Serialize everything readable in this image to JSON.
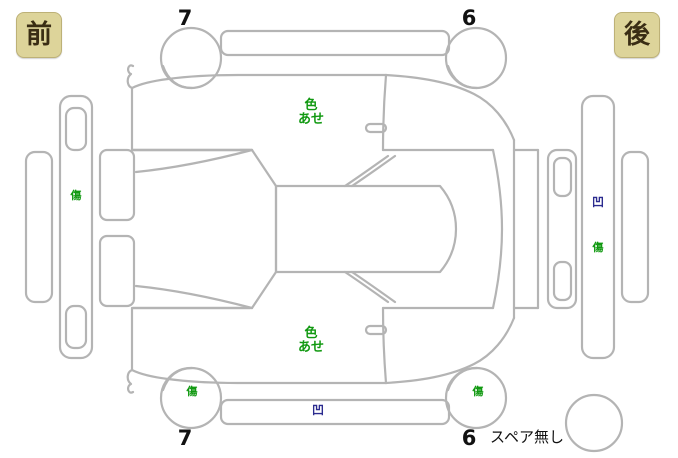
{
  "diagram": {
    "title": "vehicle-condition-diagram",
    "orientation": {
      "front_label": "前",
      "rear_label": "後"
    },
    "colors": {
      "outline": "#b4b4b4",
      "scratch_mark": "#119911",
      "dent_mark": "#2b2b8f",
      "badge_background": "#ddd49a",
      "badge_border": "#bdb177",
      "badge_text": "#3a2d14",
      "number_text": "#111111",
      "page_background": "#ffffff"
    },
    "tread_depths": {
      "front_left": "7",
      "front_right": "6",
      "rear_left": "7",
      "rear_right": "6"
    },
    "marks": [
      {
        "id": "fade-front-left-door",
        "text": "色あせ",
        "line1": "色",
        "line2": "あせ",
        "type": "fade",
        "color": "#119911"
      },
      {
        "id": "fade-rear-left-door",
        "text": "色あせ",
        "line1": "色",
        "line2": "あせ",
        "type": "fade",
        "color": "#119911"
      },
      {
        "id": "scratch-front-bumper",
        "text": "傷",
        "type": "scratch",
        "color": "#119911"
      },
      {
        "id": "scratch-rear-bumper",
        "text": "傷",
        "type": "scratch",
        "color": "#119911"
      },
      {
        "id": "dent-rear-bumper",
        "text": "凹",
        "type": "dent",
        "color": "#2b2b8f"
      },
      {
        "id": "dent-rocker-panel",
        "text": "凹",
        "type": "dent",
        "color": "#2b2b8f"
      },
      {
        "id": "scratch-rear-left-wheel",
        "text": "傷",
        "type": "scratch",
        "color": "#119911"
      },
      {
        "id": "scratch-rear-right-wheel",
        "text": "傷",
        "type": "scratch",
        "color": "#119911"
      }
    ],
    "spare_tire": {
      "number": "6",
      "note": "スペア無し"
    }
  }
}
